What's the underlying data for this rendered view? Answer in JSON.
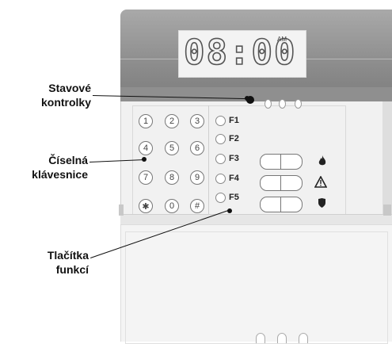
{
  "display": {
    "time": "08:00",
    "ampm": "AM"
  },
  "callouts": {
    "status_lights": [
      "Stavové",
      "kontrolky"
    ],
    "numeric_keypad": [
      "Číselná",
      "klávesnice"
    ],
    "function_keys": [
      "Tlačítka",
      "funkcí"
    ]
  },
  "keypad": {
    "keys": [
      "1",
      "2",
      "3",
      "4",
      "5",
      "6",
      "7",
      "8",
      "9",
      "✱",
      "0",
      "#"
    ]
  },
  "function_buttons": [
    "F1",
    "F2",
    "F3",
    "F4",
    "F5"
  ],
  "emergency_icons": [
    "fire-icon",
    "warning-triangle-icon",
    "shield-icon"
  ],
  "colors": {
    "housing_top": "#8c8c8c",
    "housing_front": "#f1f1f1",
    "text": "#111111"
  }
}
